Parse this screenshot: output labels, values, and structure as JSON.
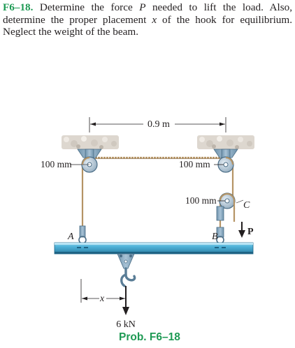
{
  "problem": {
    "number": "F6–18.",
    "text_1": " Determine the force ",
    "force_symbol": "P",
    "text_2": " needed to lift the load. Also, determine the proper placement ",
    "placement_symbol": "x",
    "text_3": " of the hook for equilibrium. Neglect the weight of the beam."
  },
  "figure": {
    "span_label": "0.9 m",
    "left_pulley_radius": "100 mm",
    "right_pulley_radius": "100 mm",
    "lower_pulley_radius": "100 mm",
    "point_a": "A",
    "point_b": "B",
    "point_c": "C",
    "force_p": "P",
    "x_label": "x",
    "load": "6 kN"
  },
  "caption": "Prob. F6–18",
  "colors": {
    "accent_green": "#1e9a54",
    "beam_blue": "#4fb3d9",
    "beam_dark": "#2c7fa3",
    "pulley_blue": "#8fb3cc",
    "rope_tan": "#b59465"
  }
}
